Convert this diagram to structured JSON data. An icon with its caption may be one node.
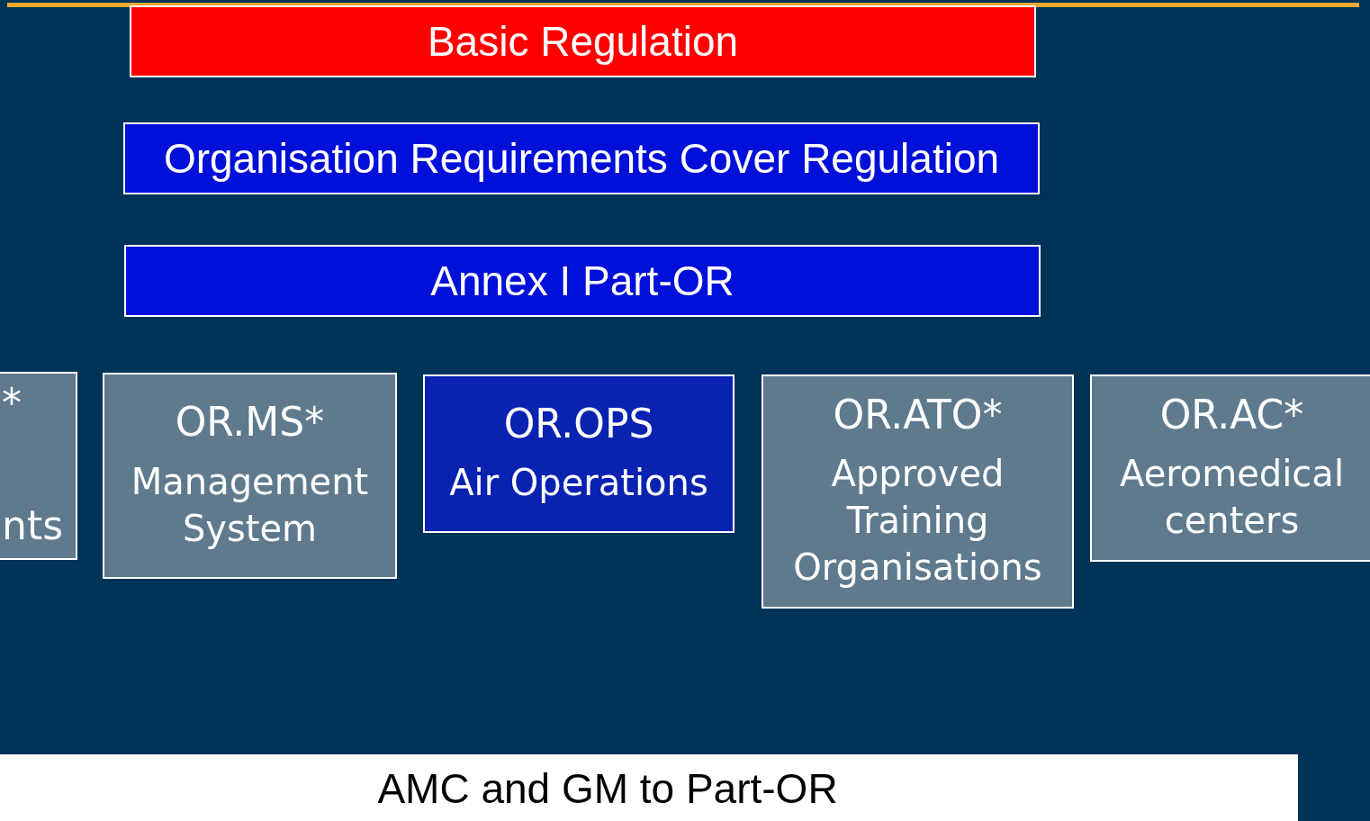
{
  "diagram": {
    "nodes": [
      {
        "text": [
          "Basic Regulation"
        ]
      },
      {
        "text": [
          "Organisation Requirements Cover Regulation"
        ]
      },
      {
        "text": [
          "Annex I Part-OR"
        ]
      },
      {
        "text": [
          "*",
          "nts"
        ]
      },
      {
        "text": [
          "OR.MS*",
          "Management System"
        ]
      },
      {
        "text": [
          "OR.OPS",
          "Air Operations"
        ]
      },
      {
        "text": [
          "OR.ATO*",
          "Approved Training Organisations"
        ]
      },
      {
        "text": [
          "OR.AC*",
          "Aeromedical centers"
        ]
      },
      {
        "text": [
          "AMC and GM to Part-OR"
        ]
      }
    ],
    "edges": []
  }
}
